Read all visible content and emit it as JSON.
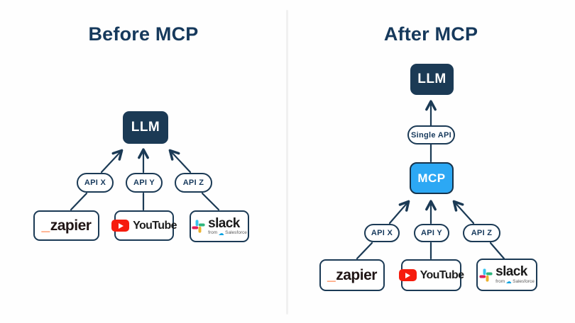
{
  "colors": {
    "navy": "#1b3a55",
    "title_navy": "#16395c",
    "mcp_blue": "#2ca8f4",
    "divider_gray": "#f1f1f1",
    "zapier_orange": "#ff4f00",
    "youtube_red": "#f61c0d",
    "slack_blue": "#36c5f0",
    "slack_green": "#2eb67d",
    "slack_yellow": "#ecb22e",
    "slack_red": "#e01e5a",
    "salesforce_blue": "#00a1e0"
  },
  "shared": {
    "llm_label": "LLM",
    "api_labels": [
      "API X",
      "API Y",
      "API Z"
    ],
    "services": {
      "zapier": {
        "underscore": "_",
        "word": "zapier"
      },
      "youtube": {
        "word": "YouTube"
      },
      "slack": {
        "word": "slack",
        "from_prefix": "from",
        "from_brand": "Salesforce"
      }
    }
  },
  "icons": {
    "salesforce_cloud_glyph": "☁"
  },
  "before": {
    "title": "Before MCP"
  },
  "after": {
    "title": "After MCP",
    "single_api_label": "Single API",
    "mcp_label": "MCP"
  }
}
